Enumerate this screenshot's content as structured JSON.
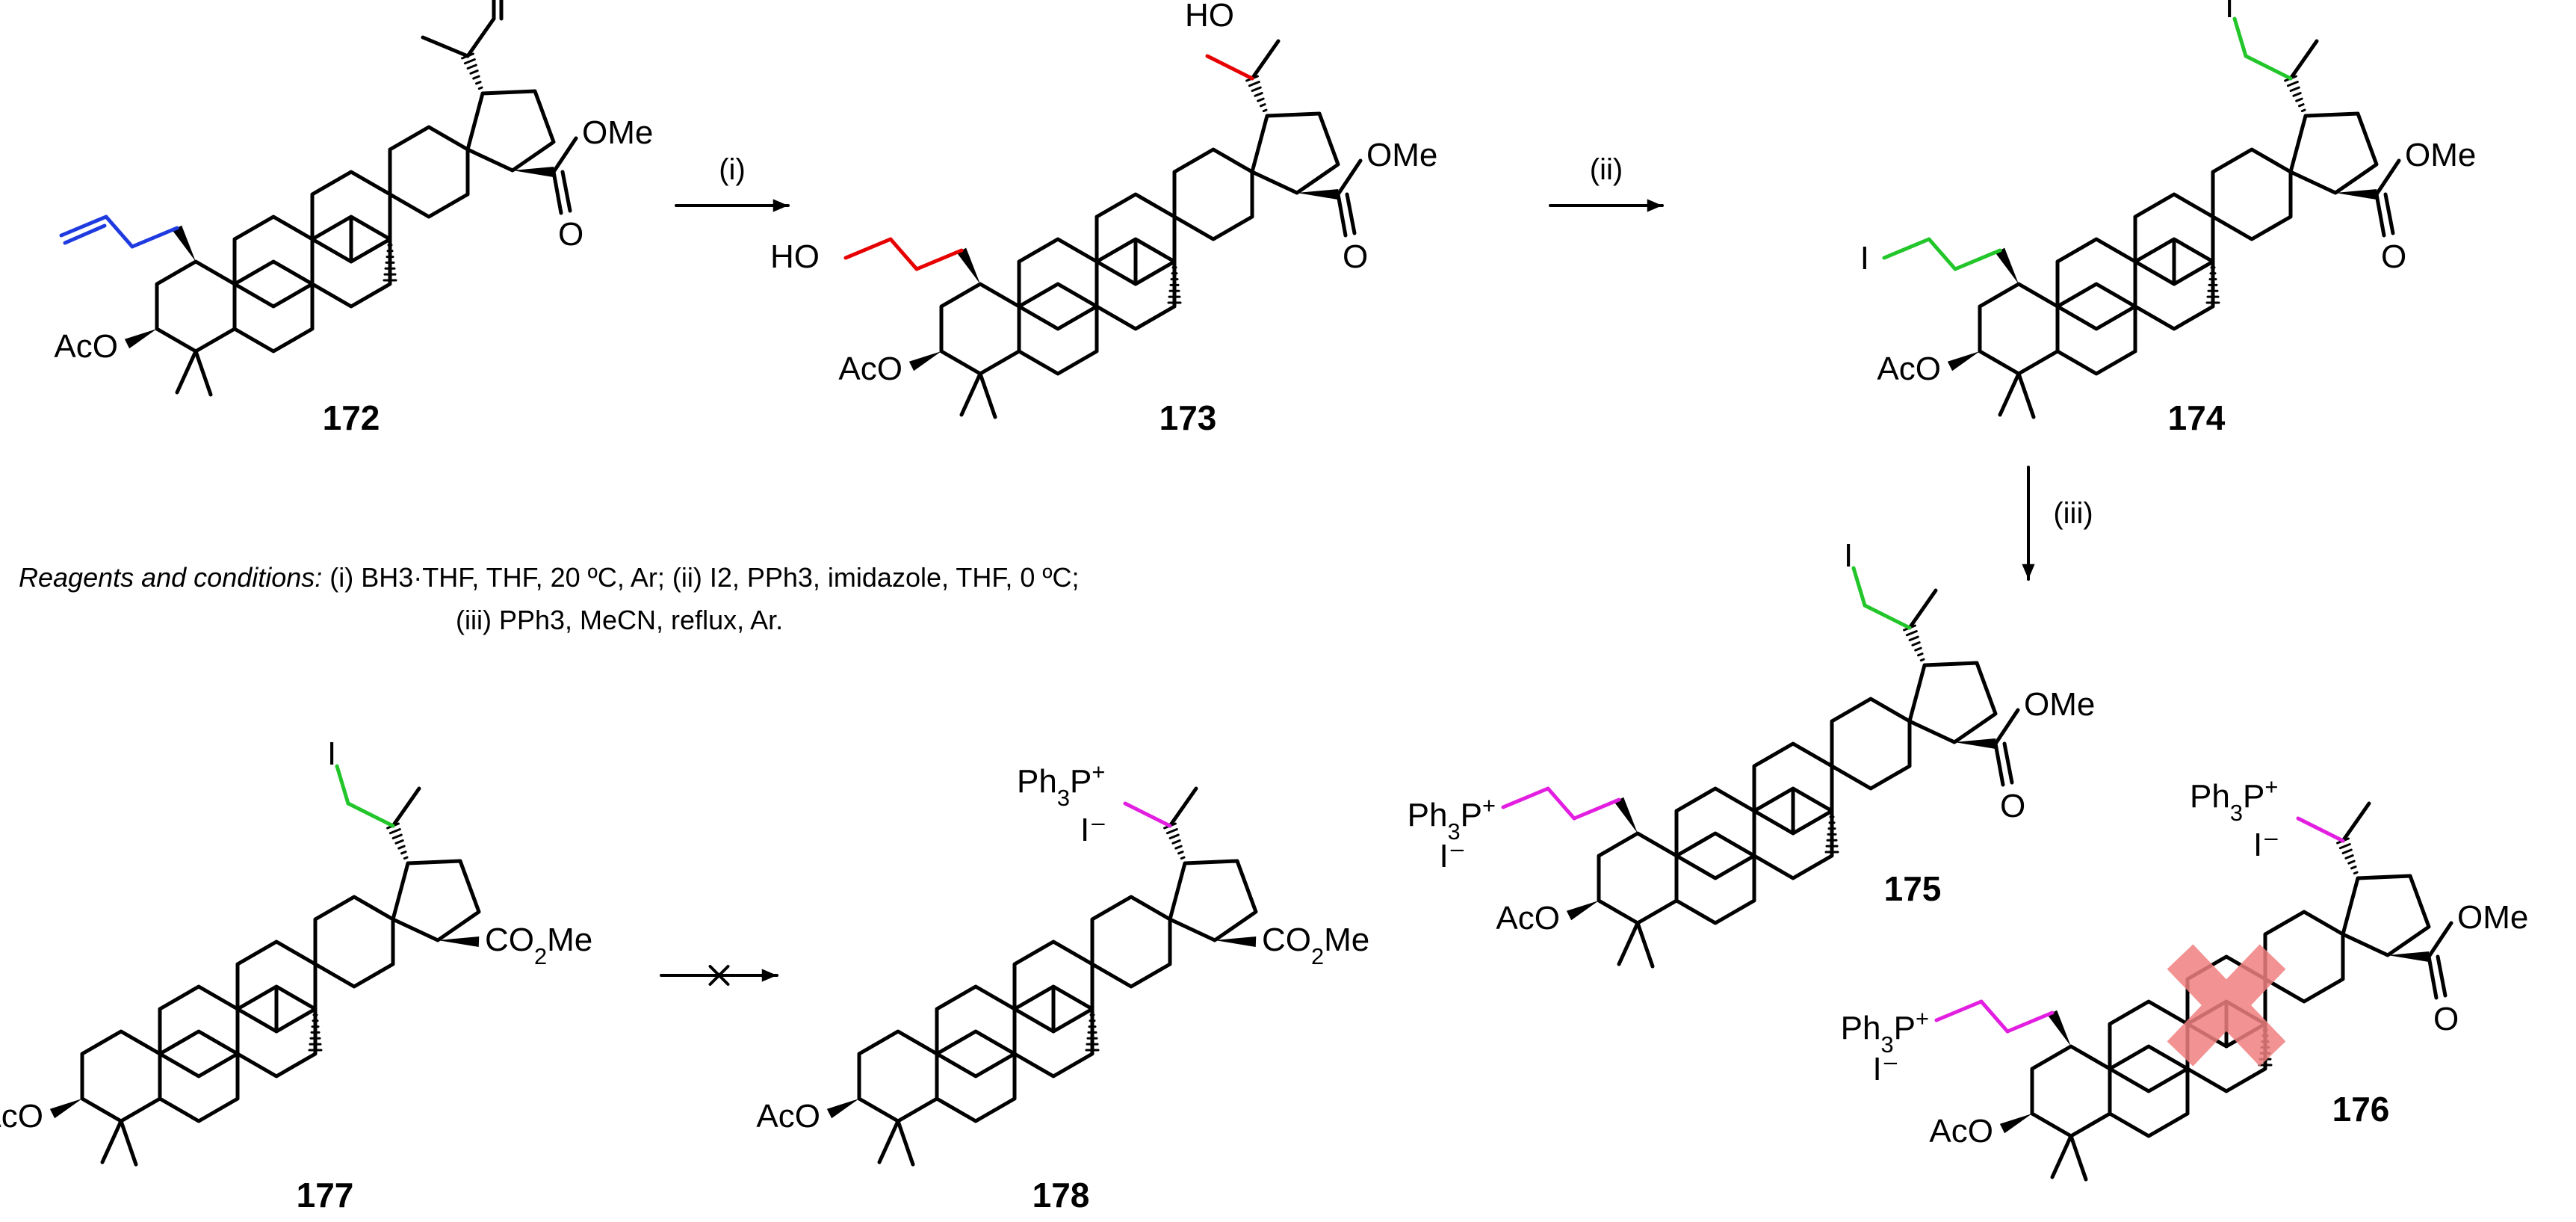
{
  "compounds": [
    {
      "id": "172",
      "label": "172",
      "ester": "OMe",
      "acetate": "AcO",
      "side_chain": "allyl",
      "top_group": "isopropenyl",
      "highlight_color": "#1f3be0"
    },
    {
      "id": "173",
      "label": "173",
      "ester": "OMe",
      "acetate": "AcO",
      "chain_terminus": "HO",
      "top_terminus": "HO",
      "highlight_color": "#e60000"
    },
    {
      "id": "174",
      "label": "174",
      "ester": "OMe",
      "acetate": "AcO",
      "chain_terminus": "I",
      "top_terminus": "I",
      "highlight_color": "#22c62a"
    },
    {
      "id": "175",
      "label": "175",
      "ester": "OMe",
      "acetate": "AcO",
      "chain_terminus": "Ph3P",
      "counter_ion": "I",
      "top_terminus": "I",
      "highlight_color": "#e21fe0"
    },
    {
      "id": "176",
      "label": "176",
      "ester": "OMe",
      "acetate": "AcO",
      "chain_terminus": "Ph3P",
      "top_terminus": "Ph3P",
      "counter_ion": "I",
      "highlight_color": "#e21fe0",
      "cross_color": "#f08080"
    },
    {
      "id": "177",
      "label": "177",
      "ester": "CO2Me",
      "acetate": "AcO",
      "top_terminus": "I"
    },
    {
      "id": "178",
      "label": "178",
      "ester": "CO2Me",
      "acetate": "AcO",
      "top_terminus": "Ph3P",
      "counter_ion": "I"
    }
  ],
  "arrows": [
    {
      "from": "172",
      "to": "173",
      "label": "(i)"
    },
    {
      "from": "173",
      "to": "174",
      "label": "(ii)"
    },
    {
      "from": "174",
      "to": "175",
      "label": "(iii)"
    },
    {
      "from": "177",
      "to": "178",
      "label": "",
      "blocked": true
    }
  ],
  "conditions": {
    "heading": "Reagents and conditions:",
    "line1_rest": " (i) BH3·THF, THF, 20 ºC, Ar; (ii) I2, PPh3, imidazole, THF, 0 ºC;",
    "line2": "(iii) PPh3, MeCN, reflux, Ar."
  }
}
